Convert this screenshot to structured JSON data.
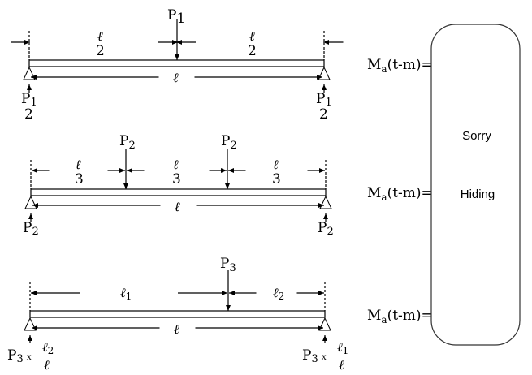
{
  "beam1": {
    "load": "P",
    "load_sub": "1",
    "half": "ℓ",
    "two": "2",
    "span": "ℓ",
    "reaction": "P",
    "reaction_sub": "1",
    "reaction_den": "2"
  },
  "beam2": {
    "load": "P",
    "load_sub": "2",
    "third": "ℓ",
    "three": "3",
    "span": "ℓ",
    "reaction": "P",
    "reaction_sub": "2"
  },
  "beam3": {
    "load": "P",
    "load_sub": "3",
    "l1": "ℓ",
    "l1_sub": "1",
    "l2": "ℓ",
    "l2_sub": "2",
    "span": "ℓ",
    "reaction": "P",
    "reaction_sub": "3",
    "times": "x",
    "num_left": "ℓ",
    "num_left_sub": "2",
    "num_right": "ℓ",
    "num_right_sub": "1",
    "den": "ℓ"
  },
  "moment_label": {
    "M": "M",
    "sub": "a",
    "unit": "(t-m)",
    "eq": "="
  },
  "cover_box": {
    "line1": "Sorry",
    "line2": "Hiding"
  }
}
